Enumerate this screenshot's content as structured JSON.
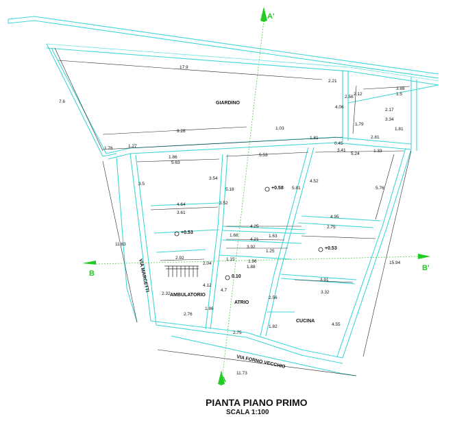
{
  "title": "PIANTA PIANO PRIMO",
  "scale": "SCALA 1:100",
  "rooms": [
    "GIARDINO",
    "AMBULATORIO",
    "ATRIO",
    "CUCINA"
  ],
  "streets": [
    "VIA MARCETTI",
    "VIA FORNO VECCHIO"
  ],
  "sections": {
    "a": "A",
    "a_prime": "A'",
    "b": "B",
    "b_prime": "B'"
  },
  "levels": [
    "+0.58",
    "+0.53",
    "+0.53",
    "0.10"
  ],
  "dimensions": [
    "17.9",
    "7.6",
    "9.28",
    "1.76",
    "1.27",
    "1.86",
    "5.63",
    "5.53",
    "3.41",
    "1.33",
    "5.24",
    "5.76",
    "3.5",
    "3.54",
    "5.18",
    "5.81",
    "4.52",
    "4.64",
    "3.61",
    "3.52",
    "4.25",
    "2.75",
    "4.95",
    "1.68",
    "4.21",
    "1.63",
    "3.92",
    "1.25",
    "2.92",
    "2.04",
    "1.15",
    "1.96",
    "1.88",
    "4.12",
    "4.7",
    "2.32",
    "2.76",
    "1.86",
    "2.56",
    "3.32",
    "3.91",
    "4.55",
    "2.75",
    "1.82",
    "11.73",
    "11.63",
    "15.94",
    "2.21",
    "2.56",
    "4.06",
    "2.12",
    "3.88",
    "1.5",
    "3.34",
    "2.17",
    "2.81",
    "1.79",
    "1.81",
    "1.03",
    "1.81",
    "0.45"
  ],
  "colors": {
    "walls": "#3fd6d6",
    "section": "#22cc22",
    "ink": "#111111"
  }
}
